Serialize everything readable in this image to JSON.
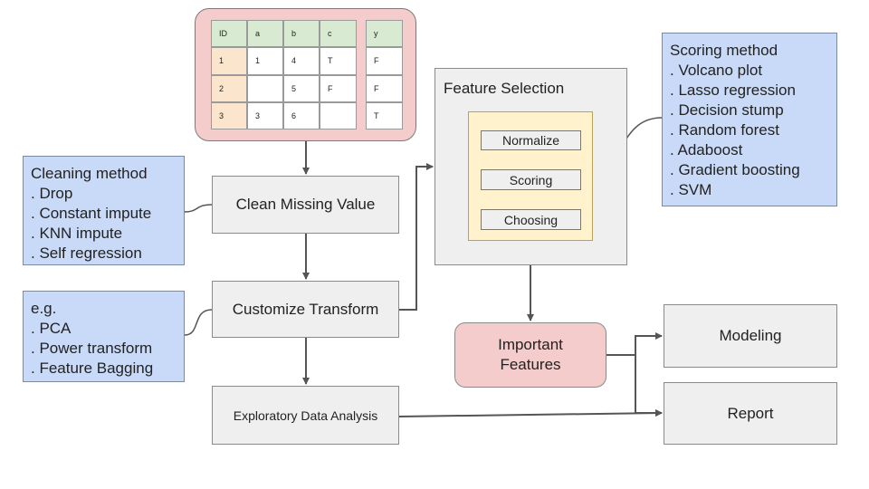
{
  "table": {
    "headers": [
      "ID",
      "a",
      "b",
      "c",
      "y"
    ],
    "rows": [
      [
        "1",
        "1",
        "4",
        "T",
        "F"
      ],
      [
        "2",
        "",
        "5",
        "F",
        "F"
      ],
      [
        "3",
        "3",
        "6",
        "",
        "T"
      ]
    ]
  },
  "steps": {
    "clean": "Clean Missing Value",
    "transform": "Customize Transform",
    "eda": "Exploratory Data Analysis"
  },
  "cleaning_note": {
    "title": "Cleaning method",
    "items": [
      ". Drop",
      ". Constant impute",
      ". KNN impute",
      ". Self regression"
    ]
  },
  "transform_note": {
    "title": "e.g.",
    "items": [
      ". PCA",
      ". Power transform",
      ". Feature Bagging"
    ]
  },
  "feature_selection": {
    "title": "Feature Selection",
    "steps": [
      "Normalize",
      "Scoring",
      "Choosing"
    ]
  },
  "scoring_note": {
    "title": "Scoring method",
    "items": [
      ". Volcano plot",
      ". Lasso regression",
      ". Decision stump",
      ". Random forest",
      ". Adaboost",
      ". Gradient boosting",
      ". SVM"
    ]
  },
  "important_features": {
    "line1": "Important",
    "line2": "Features"
  },
  "outputs": {
    "modeling": "Modeling",
    "report": "Report"
  },
  "colors": {
    "note_blue": "#c9daf8",
    "highlight_pink": "#f4cccc",
    "panel_yellow": "#fff2cc",
    "header_green": "#d9ead3",
    "id_orange": "#fce5cd",
    "box_gray": "#efefef"
  }
}
